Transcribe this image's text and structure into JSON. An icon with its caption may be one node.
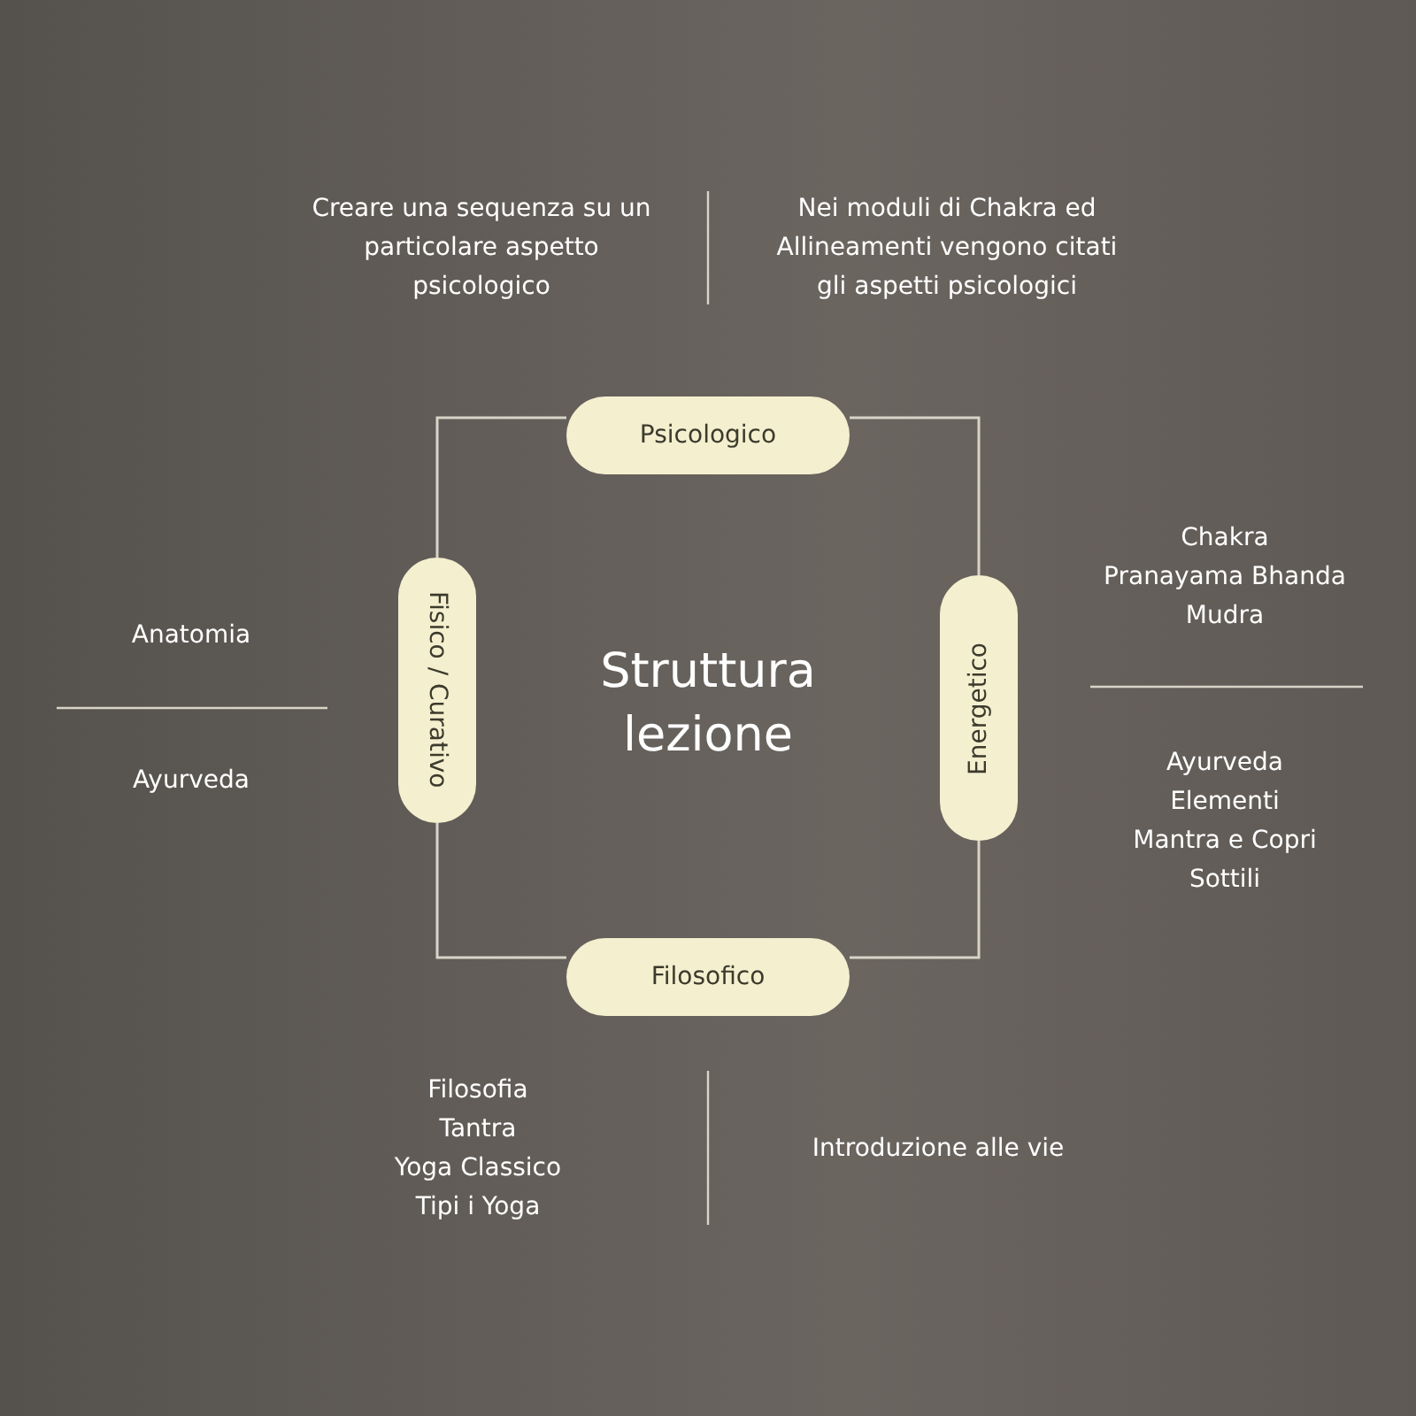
{
  "diagram": {
    "title": "Struttura lezione",
    "nodes": [
      {
        "text": [
          "Psicologico"
        ]
      },
      {
        "text": [
          "Energetico"
        ]
      },
      {
        "text": [
          "Filosofico"
        ]
      },
      {
        "text": [
          "Fisico / Curativo"
        ]
      }
    ],
    "edges": [
      {
        "from": 0,
        "to": 1,
        "arrow": "none"
      },
      {
        "from": 1,
        "to": 2,
        "arrow": "none"
      },
      {
        "from": 2,
        "to": 3,
        "arrow": "none"
      },
      {
        "from": 3,
        "to": 0,
        "arrow": "none"
      }
    ],
    "labels": [
      "Creare una sequenza su un particolare aspetto psicologico",
      "Nei moduli di Chakra ed Allineamenti vengono citati gli aspetti psicologici",
      "Chakra",
      "Pranayama Bhanda",
      "Mudra",
      "Anatomia",
      "Ayurveda",
      "Ayurveda",
      "Elementi",
      "Mantra e Copri Sottili",
      "Filosofia",
      "Tantra",
      "Yoga Classico",
      "Tipi i Yoga",
      "Introduzione alle vie"
    ]
  }
}
